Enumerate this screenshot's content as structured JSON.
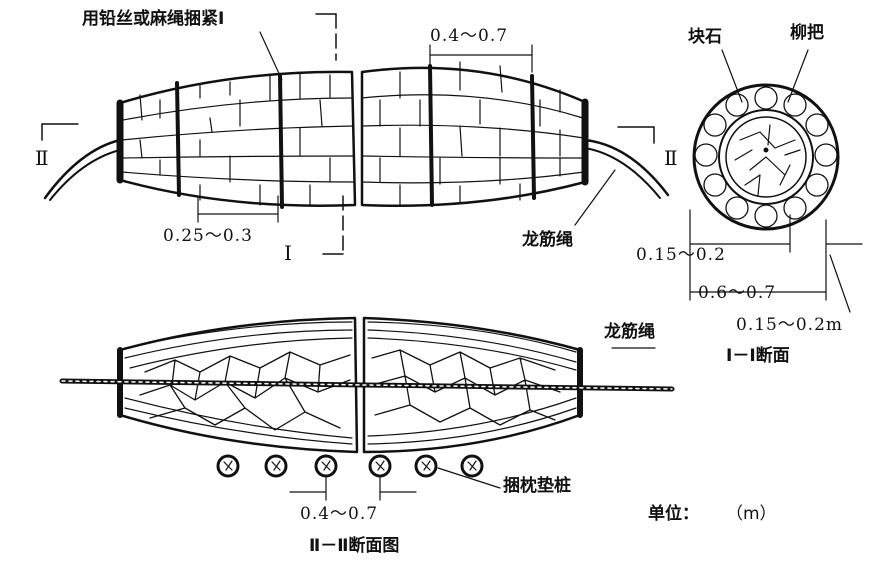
{
  "labels": {
    "binding": "用铅丝或麻绳捆紧Ⅰ",
    "dim_top": "0.4～0.7",
    "dim_band": "0.25～0.3",
    "section_mark_I_bottom": "Ⅰ",
    "section_mark_II_left": "Ⅱ",
    "section_mark_II_right": "Ⅱ",
    "rope_top": "龙筋绳",
    "rope_bottom": "龙筋绳",
    "stone": "块石",
    "willow": "柳把",
    "dim_ring": "0.15～0.2",
    "dim_diameter": "0.6～0.7",
    "dim_shell": "0.15～0.2m",
    "section_I_title": "Ⅰ－Ⅰ断面",
    "piles": "捆枕垫桩",
    "dim_pile_gap": "0.4～0.7",
    "section_II_title": "Ⅱ－Ⅱ断面图",
    "unit_label": "单位：",
    "unit_value": "（m）"
  },
  "colors": {
    "ink": "#111111",
    "paper": "#ffffff"
  }
}
